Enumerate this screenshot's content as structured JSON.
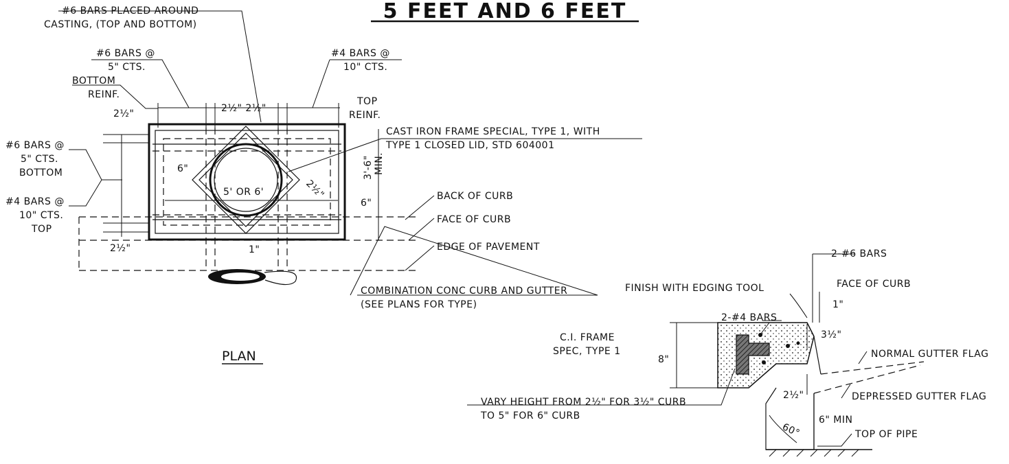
{
  "title": "5 FEET AND 6 FEET",
  "plan": {
    "caption": "PLAN",
    "labels": {
      "bars_around_1": "#6 BARS PLACED AROUND",
      "bars_around_2": "CASTING, (TOP AND BOTTOM)",
      "b6_at_1": "#6 BARS @",
      "b6_at_2": "5\" CTS.",
      "b4_at_1": "#4 BARS @",
      "b4_at_2": "10\" CTS.",
      "bottom_reinf_1": "BOTTOM",
      "bottom_reinf_2": "REINF.",
      "top_reinf_1": "TOP",
      "top_reinf_2": "REINF.",
      "dim_2half_top": "2½\"",
      "dim_2half_2half": "2½\" 2½\"",
      "cast_iron_1": "CAST IRON FRAME SPECIAL, TYPE 1, WITH",
      "cast_iron_2": "TYPE 1 CLOSED LID, STD 604001",
      "left_b6_1": "#6 BARS @",
      "left_b6_2": "5\" CTS.",
      "left_b6_3": "BOTTOM",
      "left_b4_1": "#4 BARS @",
      "left_b4_2": "10\" CTS.",
      "left_b4_3": "TOP",
      "dim_6_left": "6\"",
      "dim_5or6": "5' OR 6'",
      "dim_2half_diag": "2½\"",
      "dim_3_6": "3'-6\"",
      "dim_min": "MIN.",
      "dim_6_right": "6\"",
      "back_of_curb": "BACK OF CURB",
      "face_of_curb": "FACE OF CURB",
      "edge_pavement": "EDGE OF PAVEMENT",
      "dim_2half_bottom": "2½\"",
      "dim_1": "1\"",
      "combo_1": "COMBINATION CONC CURB AND GUTTER",
      "combo_2": "(SEE PLANS FOR TYPE)"
    }
  },
  "section": {
    "labels": {
      "bars_2_6": "2-#6 BARS",
      "finish": "FINISH WITH EDGING TOOL",
      "face_of_curb": "FACE OF CURB",
      "dim_1": "1\"",
      "bars_2_4": "2-#4 BARS",
      "dim_3half": "3½\"",
      "ci_frame_1": "C.I. FRAME",
      "ci_frame_2": "SPEC, TYPE 1",
      "dim_8": "8\"",
      "normal_flag": "NORMAL GUTTER FLAG",
      "dim_2half": "2½\"",
      "depressed_flag": "DEPRESSED GUTTER FLAG",
      "vary_1": "VARY HEIGHT FROM 2½\" FOR 3½\" CURB",
      "vary_2": "TO 5\" FOR 6\" CURB",
      "angle_60": "60°",
      "dim_6_min": "6\" MIN",
      "top_of_pipe": "TOP OF PIPE"
    }
  }
}
